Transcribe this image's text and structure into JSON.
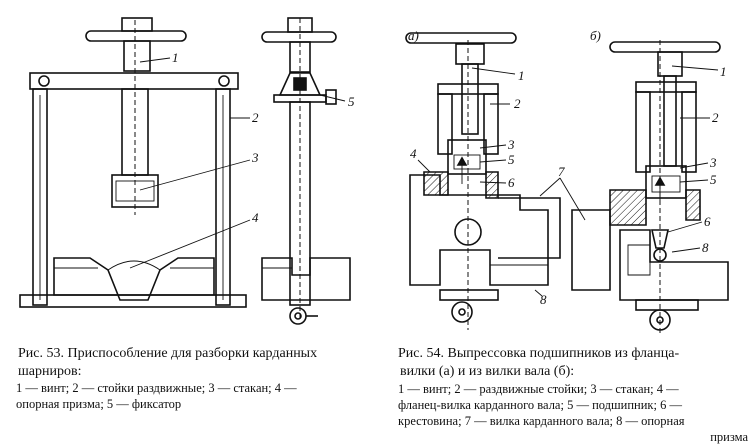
{
  "fig53": {
    "caption_line1": "Рис. 53. Приспособление для разборки карданных шарниров:",
    "legend_line1": "1 — винт; 2 — стойки раздвижные; 3 — стакан; 4 —",
    "legend_line2": "опорная призма; 5 — фиксатор",
    "labels": {
      "l1": "1",
      "l2": "2",
      "l3": "3",
      "l4": "4",
      "l5": "5"
    }
  },
  "fig54": {
    "caption_line1": "Рис. 54. Выпрессовка подшипников из фланца-",
    "caption_line2": "вилки (а) и из вилки вала (б):",
    "legend_line1": "1 — винт; 2 — раздвижные стойки; 3 — стакан; 4 —",
    "legend_line2": "фланец-вилка карданного вала; 5 — подшипник; 6 —",
    "legend_line3": "крестовина; 7 — вилка карданного вала; 8 — опорная",
    "legend_line4": "призма",
    "sub_a": "а)",
    "sub_b": "б)",
    "labels": {
      "a1": "1",
      "a2": "2",
      "a3": "3",
      "a4": "4",
      "a5": "5",
      "a6": "6",
      "a7": "7",
      "a8": "8",
      "b1": "1",
      "b2": "2",
      "b3": "3",
      "b5": "5",
      "b6": "6",
      "b8": "8"
    }
  }
}
